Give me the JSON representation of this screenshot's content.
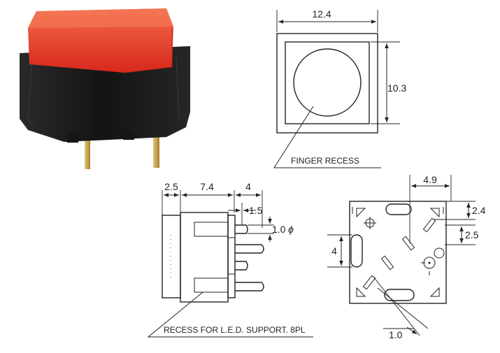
{
  "figure": {
    "top_view": {
      "width_dim": "12.4",
      "height_dim": "10.3",
      "callout": "FINGER RECESS"
    },
    "side_view": {
      "dims": [
        "2.5",
        "7.4",
        "4",
        "1.5",
        "1.0"
      ],
      "phi_symbol": "ϕ",
      "callout": "RECESS FOR L.E.D. SUPPORT. 8PL"
    },
    "bottom_view": {
      "dims": [
        "4.9",
        "2.4",
        "2.5",
        "4",
        "1.0"
      ]
    },
    "colors": {
      "cap": "#e8392a",
      "cap_highlight": "#f15a3f",
      "body": "#1c1c1c",
      "pin": "#c9a24a",
      "line": "#222222"
    }
  }
}
